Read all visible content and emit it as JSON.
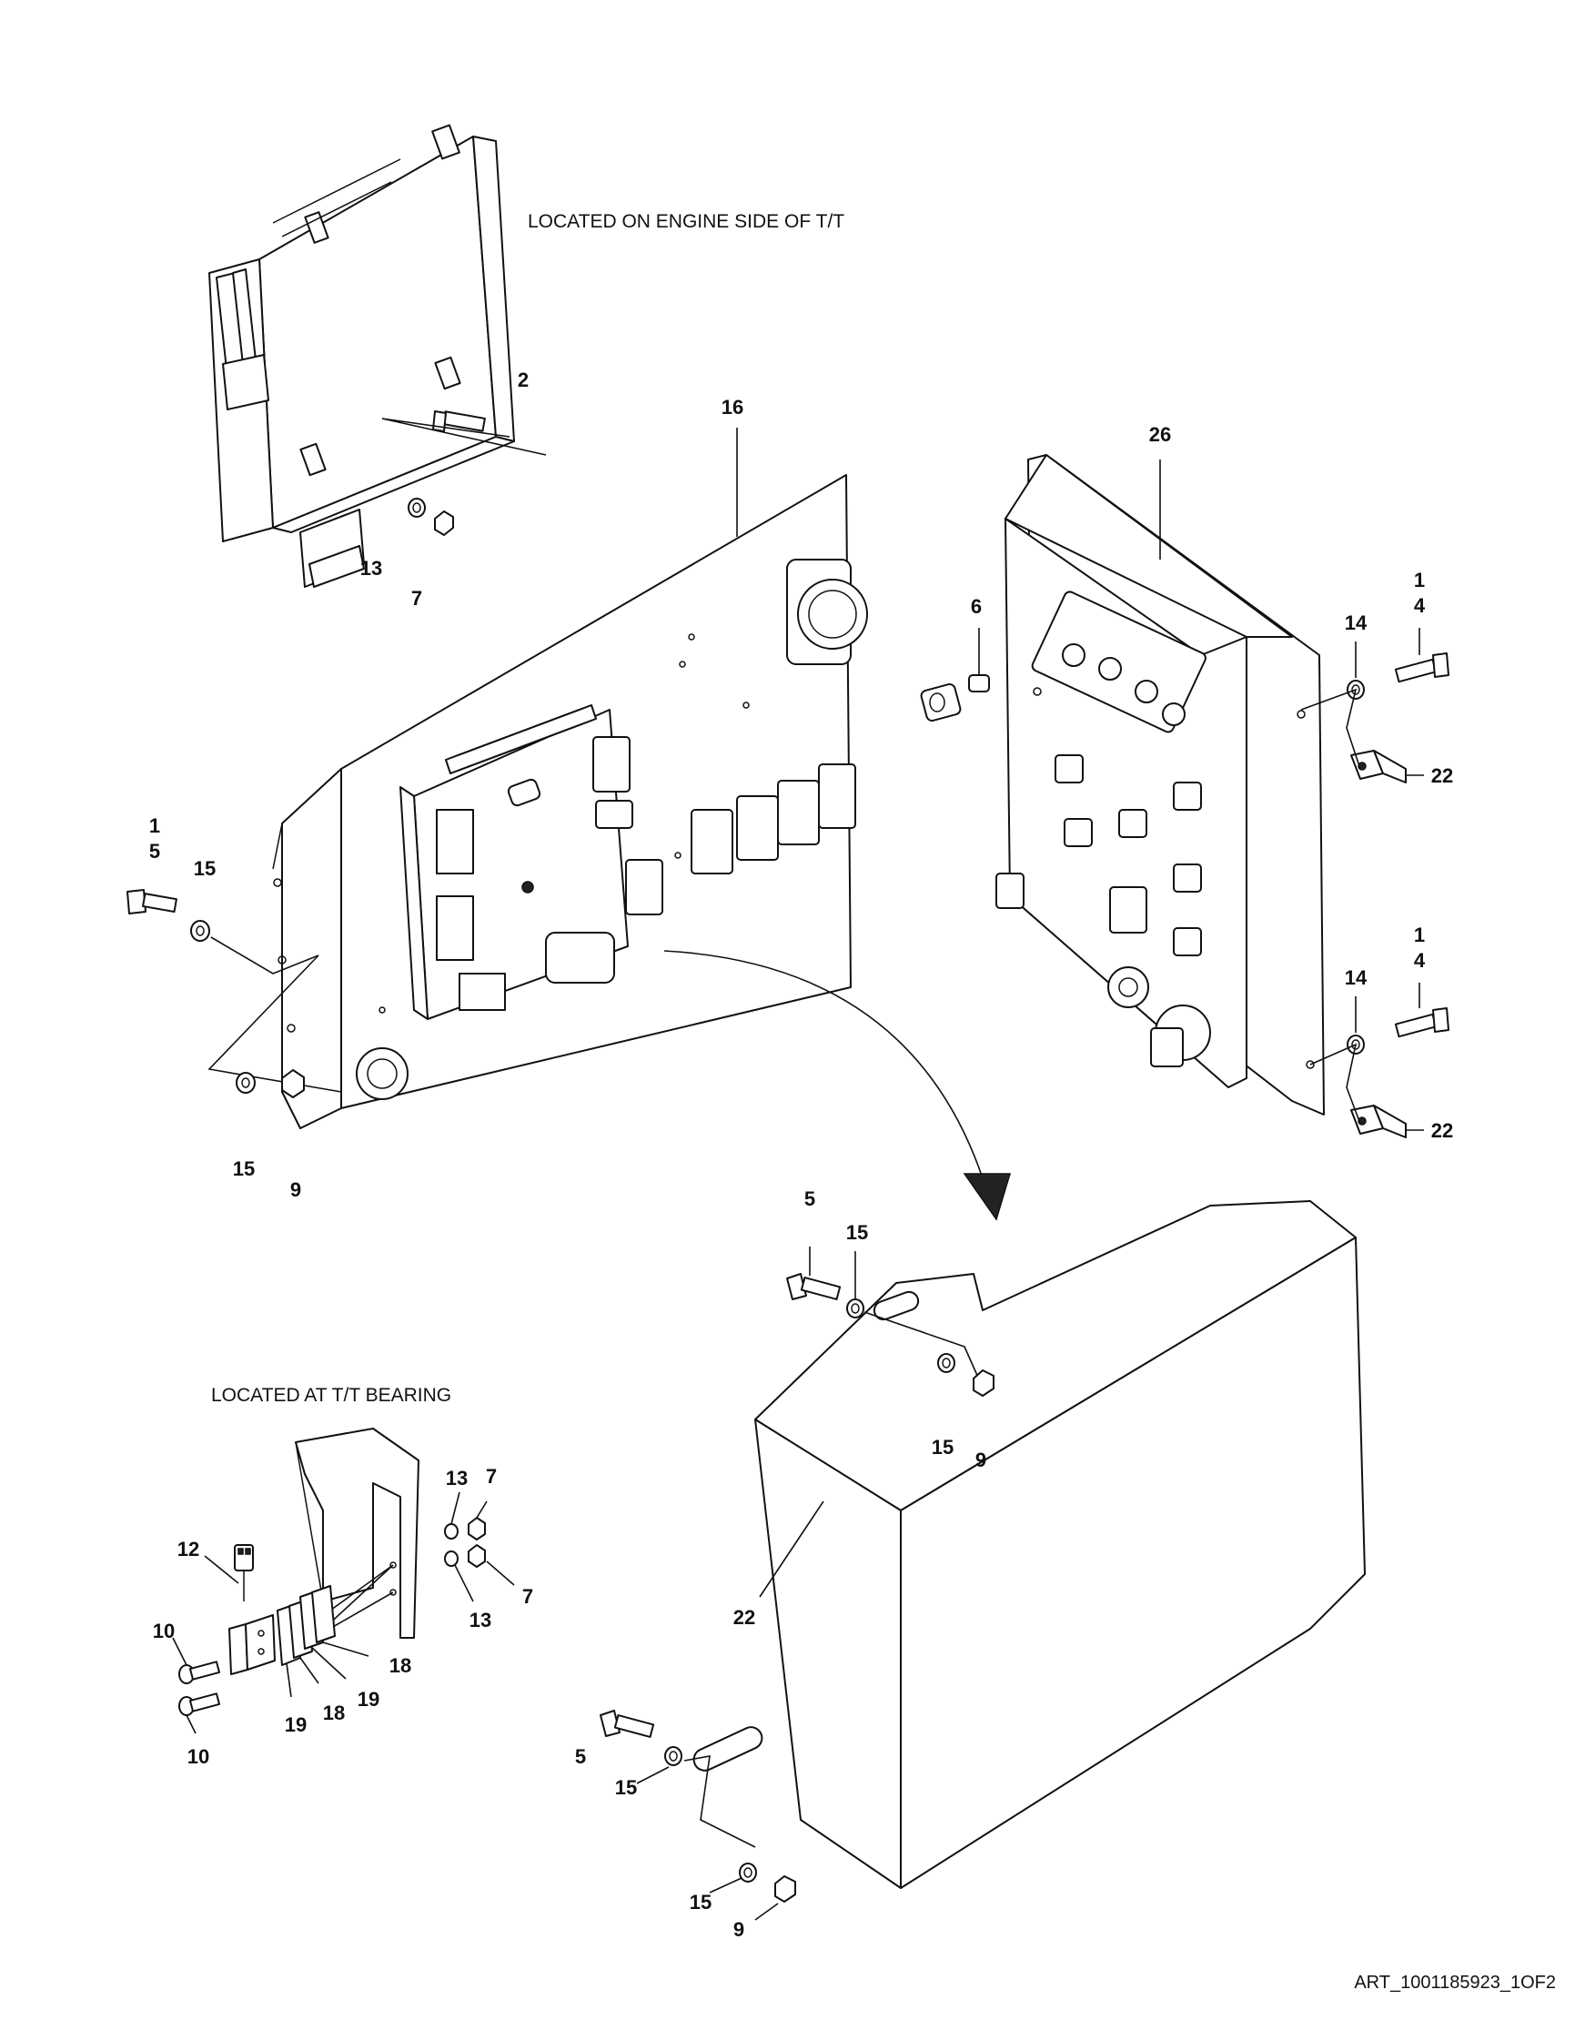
{
  "notes": {
    "engine_side": "LOCATED ON ENGINE SIDE OF T/T",
    "tt_bearing": "LOCATED AT T/T BEARING"
  },
  "art_reference": "ART_1001185923_1OF2",
  "callouts": {
    "c2": "2",
    "c16": "16",
    "c26": "26",
    "c13a": "13",
    "c7a": "7",
    "c6": "6",
    "c1a": "1",
    "c4a": "4",
    "c14a": "14",
    "c22a": "22",
    "c1b": "1",
    "c5a": "5",
    "c15a": "15",
    "c1c": "1",
    "c4b": "4",
    "c14b": "14",
    "c15b": "15",
    "c9a": "9",
    "c22b": "22",
    "c5b": "5",
    "c15c": "15",
    "c15d": "15",
    "c9b": "9",
    "c22c": "22",
    "c13b": "13",
    "c7b": "7",
    "c12": "12",
    "c7c": "7",
    "c13c": "13",
    "c10a": "10",
    "c18a": "18",
    "c19a": "19",
    "c18b": "18",
    "c19b": "19",
    "c10b": "10",
    "c5c": "5",
    "c15e": "15",
    "c15f": "15",
    "c9c": "9"
  }
}
